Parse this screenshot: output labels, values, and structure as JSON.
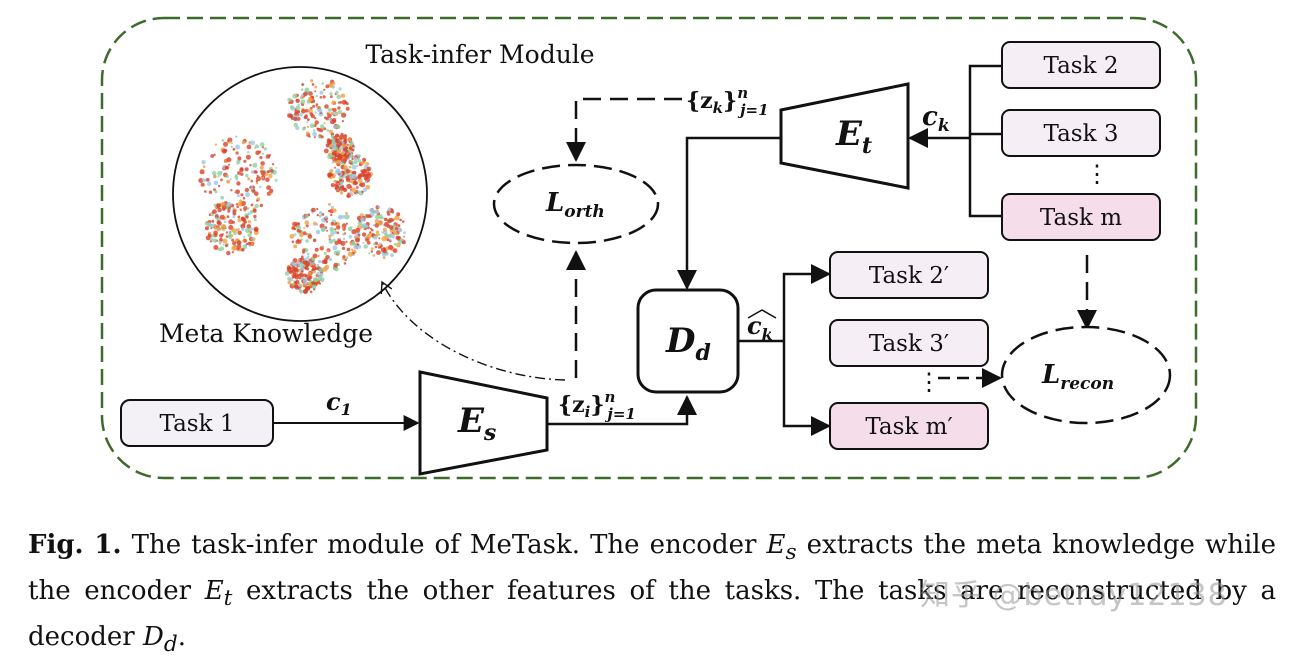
{
  "module_title": "Task-infer Module",
  "meta_knowledge_label": "Meta Knowledge",
  "input_task": "Task 1",
  "input_tasks": [
    "Task 2",
    "Task 3",
    "Task m"
  ],
  "vdots": "⋮",
  "output_tasks": [
    "Task 2′",
    "Task 3′",
    "Task m′"
  ],
  "encoder_s": {
    "main": "E",
    "sub": "s"
  },
  "encoder_t": {
    "main": "E",
    "sub": "t"
  },
  "decoder": {
    "main": "D",
    "sub": "d"
  },
  "edge_labels": {
    "c1": {
      "main": "c",
      "sub": "1"
    },
    "ck": {
      "main": "c",
      "sub": "k"
    },
    "ck_hat": {
      "main": "c",
      "sub": "k"
    },
    "zi": {
      "open": "{z",
      "sub": "i",
      "close": "}",
      "sup": "n",
      "range": "j=1"
    },
    "zk": {
      "open": "{z",
      "sub": "k",
      "close": "}",
      "sup": "n",
      "range": "j=1"
    }
  },
  "losses": {
    "orth": {
      "main": "L",
      "sub": "orth"
    },
    "recon": {
      "main": "L",
      "sub": "recon"
    }
  },
  "caption": {
    "fig_label": "Fig. 1.",
    "t1": " The task-infer module of MeTask. The encoder ",
    "es_main": "E",
    "es_sub": "s",
    "t2": " extracts the meta knowledge while the encoder ",
    "et_main": "E",
    "et_sub": "t",
    "t3": " extracts the other features of the tasks. The tasks are reconstructed by a decoder ",
    "dd_main": "D",
    "dd_sub": "d",
    "t4": "."
  },
  "watermark": "知乎 @betray12138",
  "colors": {
    "module_border": "#3d6b2c",
    "task_input_fill": "#f3f0f6",
    "task_light_fill": "#f6eef5",
    "task_dark_fill": "#f5dde9",
    "cluster_red": "#d9422a",
    "cluster_orange": "#f0a040",
    "cluster_green": "#8cd0a0",
    "cluster_blue": "#9cc8e8"
  }
}
